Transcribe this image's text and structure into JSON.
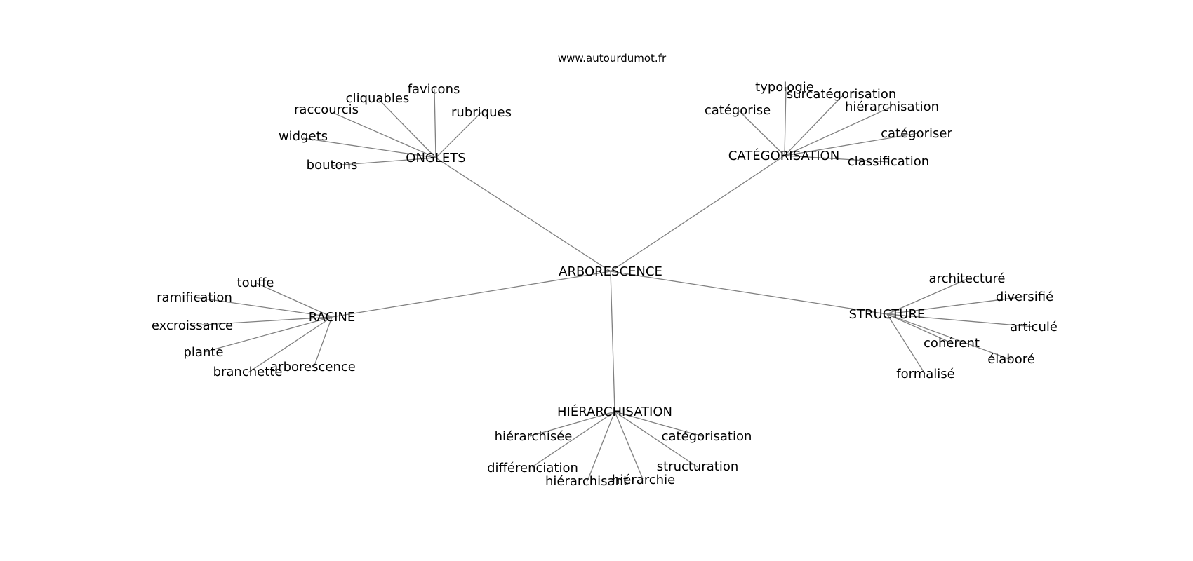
{
  "source": "www.autourdumot.fr",
  "graph": {
    "center": "ARBORESCENCE",
    "branches": [
      {
        "label": "ONGLETS",
        "leaves": [
          "favicons",
          "cliquables",
          "raccourcis",
          "rubriques",
          "widgets",
          "boutons"
        ]
      },
      {
        "label": "CATÉGORISATION",
        "leaves": [
          "typologie",
          "surcatégorisation",
          "hiérarchisation",
          "catégorise",
          "catégoriser",
          "classification"
        ]
      },
      {
        "label": "RACINE",
        "leaves": [
          "touffe",
          "ramification",
          "excroissance",
          "plante",
          "branchette",
          "arborescence"
        ]
      },
      {
        "label": "STRUCTURE",
        "leaves": [
          "architecturé",
          "diversifié",
          "articulé",
          "cohérent",
          "élaboré",
          "formalisé"
        ]
      },
      {
        "label": "HIÉRARCHISATION",
        "leaves": [
          "hiérarchisée",
          "catégorisation",
          "différenciation",
          "structuration",
          "hiérarchisant",
          "hiérarchie"
        ]
      }
    ]
  }
}
